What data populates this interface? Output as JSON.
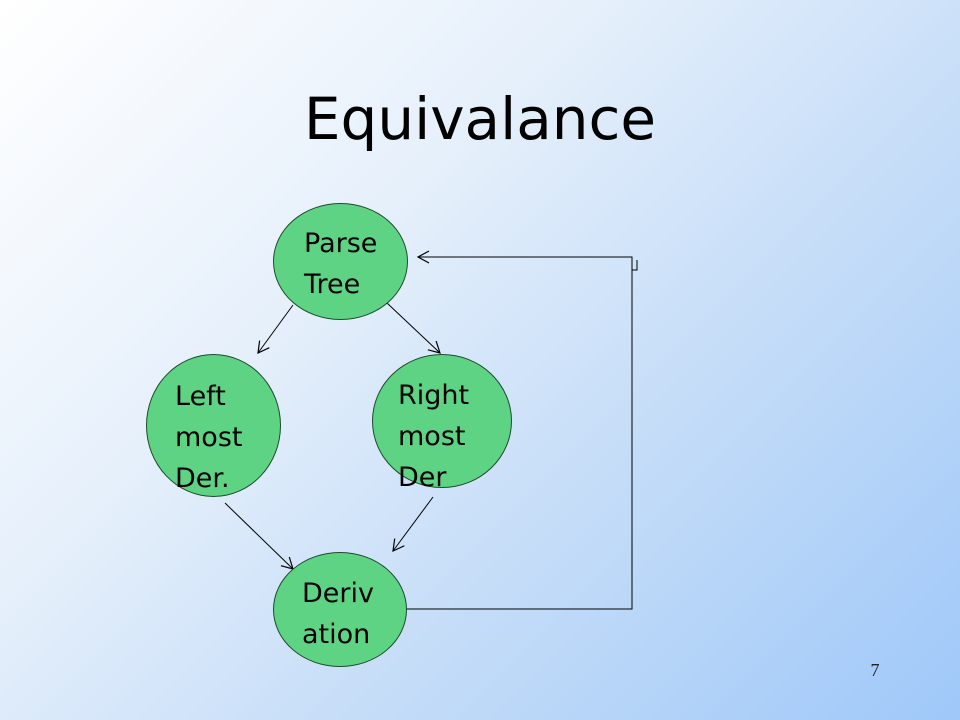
{
  "slide": {
    "title": "Equivalance",
    "page_number": "7"
  },
  "diagram": {
    "nodes": {
      "parse_tree": "Parse\nTree",
      "leftmost": "Left\nmost\nDer.",
      "rightmost": "Right\nmost\nDer",
      "derivation": "Deriv\nation"
    },
    "colors": {
      "node_fill": "#5fd384",
      "node_border": "#1e4a2c",
      "edge": "#000000"
    }
  }
}
